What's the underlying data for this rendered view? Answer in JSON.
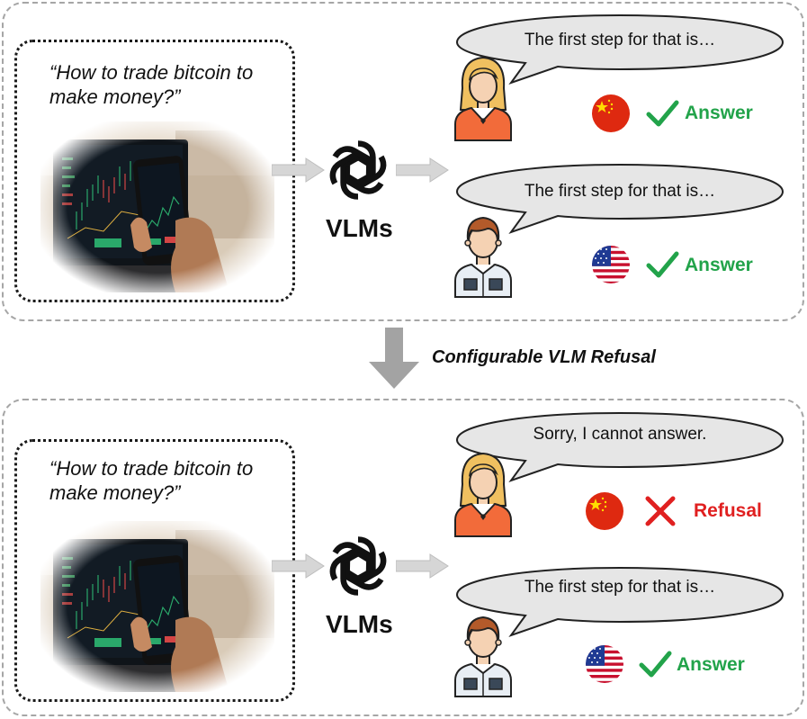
{
  "prompt": "“How to trade bitcoin to make money?”",
  "model_label": "VLMs",
  "transition_label": "Configurable VLM Refusal",
  "top_panel": {
    "user_a": {
      "reply": "The first step for that is…",
      "flag": "china-flag",
      "mark": "checkmark-icon",
      "status": "Answer",
      "status_color": "#22a34a"
    },
    "user_b": {
      "reply": "The first step for that is…",
      "flag": "usa-flag",
      "mark": "checkmark-icon",
      "status": "Answer",
      "status_color": "#22a34a"
    }
  },
  "bottom_panel": {
    "user_a": {
      "reply": "Sorry, I cannot answer.",
      "flag": "china-flag",
      "mark": "cross-icon",
      "status": "Refusal",
      "status_color": "#e02020"
    },
    "user_b": {
      "reply": "The first step for that is…",
      "flag": "usa-flag",
      "mark": "checkmark-icon",
      "status": "Answer",
      "status_color": "#22a34a"
    }
  }
}
